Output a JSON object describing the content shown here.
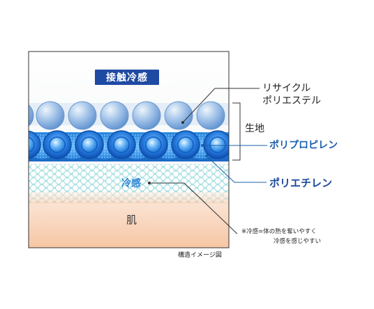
{
  "diagram": {
    "badge": "接触冷感",
    "labels": {
      "recycled_polyester_line1": "リサイクル",
      "recycled_polyester_line2": "ポリエステル",
      "fabric": "生地",
      "polypropylene": "ポリプロピレン",
      "polyethylene": "ポリエチレン",
      "cool": "冷感",
      "skin": "肌",
      "note_line1": "※冷感=体の熱を奪いやすく",
      "note_line2": "冷感を感じやすい",
      "caption": "構造イメージ図"
    },
    "colors": {
      "badge": "#1f4aa3",
      "accent_blue": "#1a5fae",
      "skin_top": "#fbe9de",
      "skin_bottom": "#f7c8a8",
      "mesh": "#bfe8ea"
    }
  }
}
